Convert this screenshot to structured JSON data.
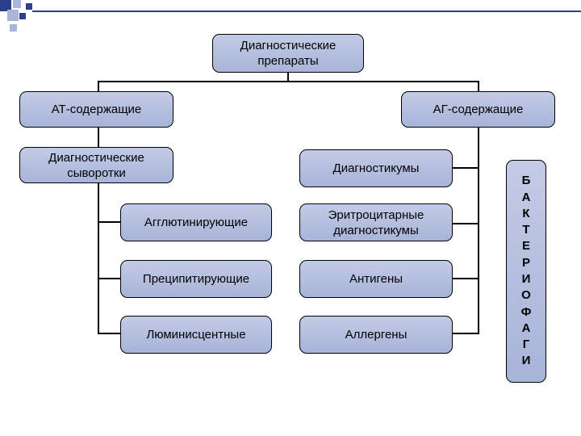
{
  "diagram": {
    "root": "Диагностические\nпрепараты",
    "left_branch": "АТ-содержащие",
    "right_branch": "АГ-содержащие",
    "left_group": "Диагностические\nсыворотки",
    "left_items": [
      "Агглютинирующие",
      "Преципитирующие",
      "Люминисцентные"
    ],
    "right_items": [
      "Диагностикумы",
      "Эритроцитарные\nдиагностикумы",
      "Антигены",
      "Аллергены"
    ],
    "vertical_label": [
      "Б",
      "А",
      "К",
      "Т",
      "Е",
      "Р",
      "И",
      "О",
      "Ф",
      "А",
      "Г",
      "И"
    ]
  },
  "colors": {
    "box_fill_top": "#c2cbe6",
    "box_fill_bottom": "#a8b4d8",
    "corner_square_dark": "#2b3f8c",
    "corner_square_light": "#a9b6dc",
    "connector": "#000000"
  }
}
